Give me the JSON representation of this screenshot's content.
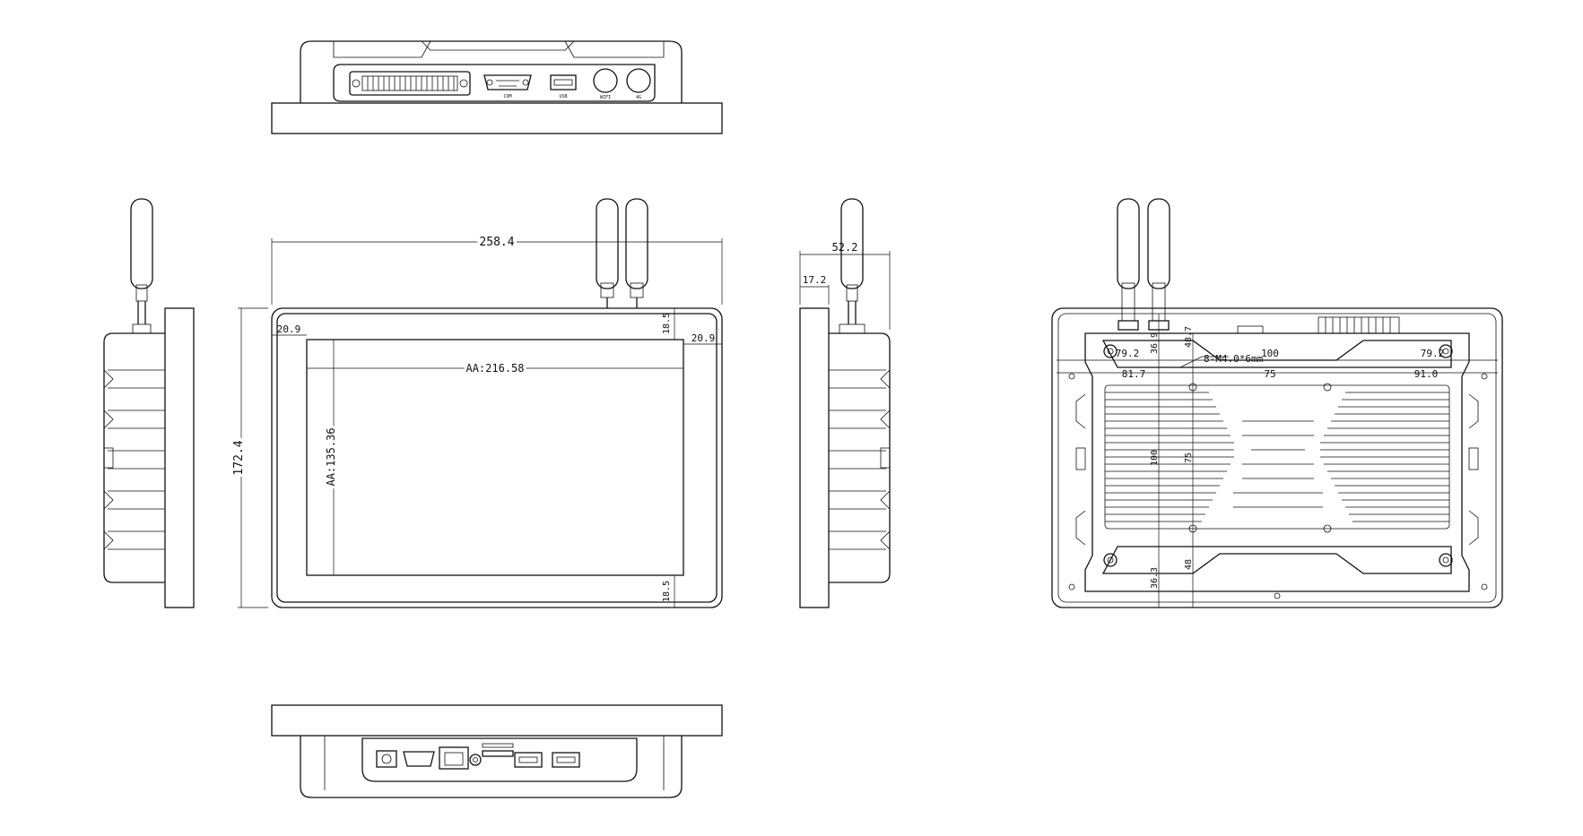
{
  "dimensions": {
    "overall_width": "258.4",
    "overall_height": "172.4",
    "bezel_side": "20.9",
    "bezel_side_right": "20.9",
    "bezel_top": "18.5",
    "bezel_bottom": "18.5",
    "active_width": "AA:216.58",
    "active_height": "AA:135.36",
    "depth_total": "52.2",
    "depth_front": "17.2",
    "rear_left_top": "79.2",
    "rear_left_bottom": "81.7",
    "rear_right_top": "79.2",
    "rear_right_bottom": "91.0",
    "rear_top_offset": "36.9",
    "rear_top_offset2": "48.7",
    "rear_hole_span_h": "100",
    "rear_hole_span_h2": "75",
    "rear_hole_span_v": "100",
    "rear_hole_span_v2": "75",
    "rear_bottom_offset": "36.3",
    "rear_bottom_offset2": "48",
    "mounting_note": "8-M4.0*6mm"
  },
  "port_labels": {
    "top_serial": "COM",
    "top_usb": "USB",
    "top_knob1": "WIFI",
    "top_knob2": "4G"
  },
  "views": [
    "top-view",
    "front-view",
    "left-side-view",
    "right-side-view",
    "rear-view",
    "bottom-view"
  ]
}
